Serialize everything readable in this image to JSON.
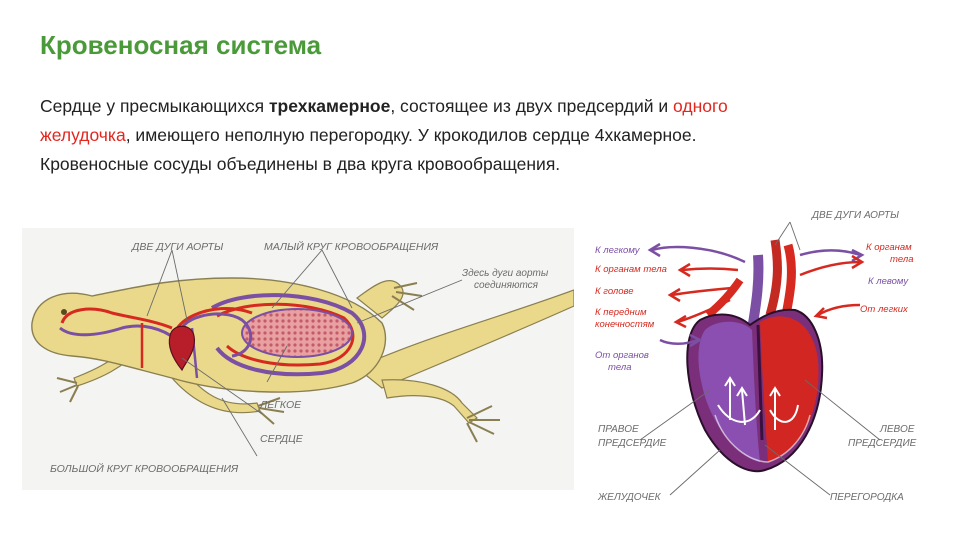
{
  "title": "Кровеносная система",
  "paragraph": {
    "part1": "Сердце у пресмыкающихся ",
    "bold": "трехкамерное",
    "part2": ", состоящее из двух предсердий и ",
    "red1": "одного",
    "red2": "желудочка",
    "part3": ", имеющего неполную перегородку. У крокодилов сердце 4хкамерное.",
    "part4": "Кровеносные сосуды объединены в два круга кровообращения."
  },
  "lizard_labels": {
    "two_aortic_arches": "ДВЕ ДУГИ АОРТЫ",
    "pulmonary_circuit": "МАЛЫЙ КРУГ КРОВООБРАЩЕНИЯ",
    "arches_join_1": "Здесь дуги аорты",
    "arches_join_2": "соединяются",
    "lung": "ЛЕГКОЕ",
    "heart": "СЕРДЦЕ",
    "systemic_circuit": "БОЛЬШОЙ КРУГ КРОВООБРАЩЕНИЯ"
  },
  "heart_labels": {
    "two_aortic_arches": "ДВЕ ДУГИ АОРТЫ",
    "to_lung": "К легкому",
    "to_body_organs": "К органам тела",
    "to_head": "К голове",
    "to_forelimbs_1": "К передним",
    "to_forelimbs_2": "конечностям",
    "from_body_organs_1": "От органов",
    "from_body_organs_2": "тела",
    "to_organs_right_1": "К органам",
    "to_organs_right_2": "тела",
    "to_left": "К левому",
    "from_lungs": "От легких",
    "right_atrium_1": "ПРАВОЕ",
    "right_atrium_2": "ПРЕДСЕРДИЕ",
    "left_atrium_1": "ЛЕВОЕ",
    "left_atrium_2": "ПРЕДСЕРДИЕ",
    "ventricle": "ЖЕЛУДОЧЕК",
    "septum": "ПЕРЕГОРОДКА"
  },
  "colors": {
    "title": "#4a9a3a",
    "highlight": "#e3261e",
    "lizard_body": "#ead98a",
    "artery": "#d62a20",
    "vein": "#7b4fa3",
    "label_gray": "#6b6b6b"
  }
}
